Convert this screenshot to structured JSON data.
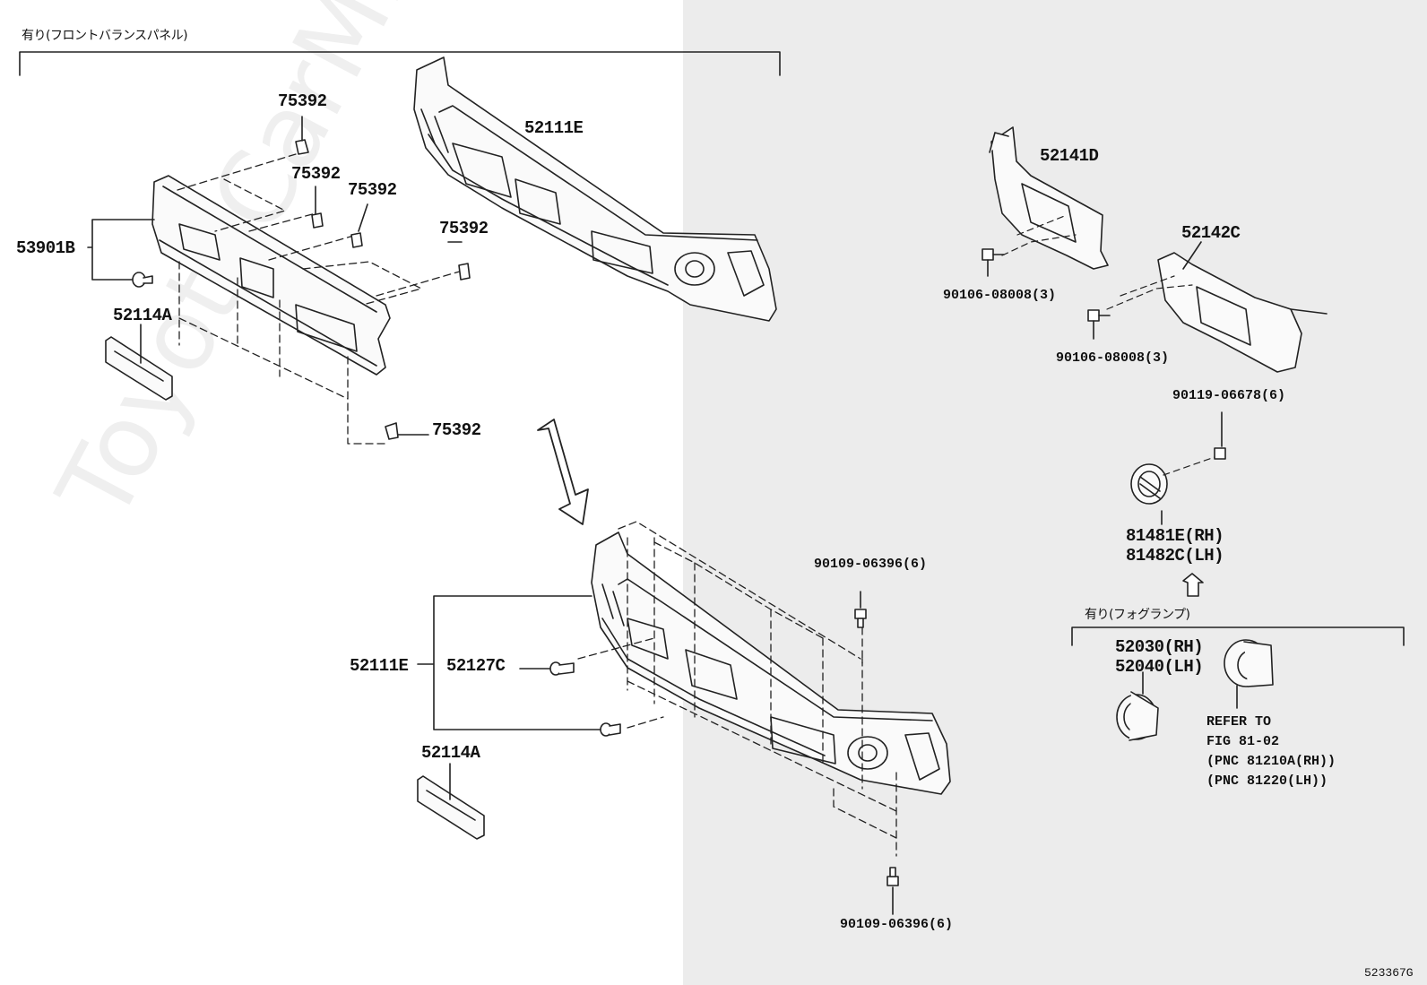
{
  "diagram_id": "523367G",
  "watermark": "ToyotaCarMiner.ru",
  "groups": {
    "front_balance_panel": "有り(フロントバランスパネル)",
    "fog_lamp": "有り(フォグランプ)"
  },
  "labels": {
    "clip_1": "75392",
    "clip_2": "75392",
    "clip_3": "75392",
    "clip_4": "75392",
    "clip_5": "75392",
    "cover_top": "52111E",
    "panel_set": "53901B",
    "plate_top": "52114A",
    "retainer_lh": "52141D",
    "retainer_rh": "52142C",
    "bolt_retainer_lh": "90106-08008(3)",
    "bolt_retainer_rh": "90106-08008(3)",
    "bolt_fog": "90119-06678(6)",
    "fog_lamp_rh": "81481E(RH)",
    "fog_lamp_lh": "81482C(LH)",
    "bolt_upper": "90109-06396(6)",
    "cover_bottom": "52111E",
    "rivet": "52127C",
    "plate_bottom": "52114A",
    "bolt_lower": "90109-06396(6)",
    "bezel_rh": "52030(RH)",
    "bezel_lh": "52040(LH)",
    "refer_to": "REFER TO",
    "fig": "FIG 81-02",
    "pnc_rh": "(PNC 81210A(RH))",
    "pnc_lh": "(PNC 81220(LH))"
  }
}
